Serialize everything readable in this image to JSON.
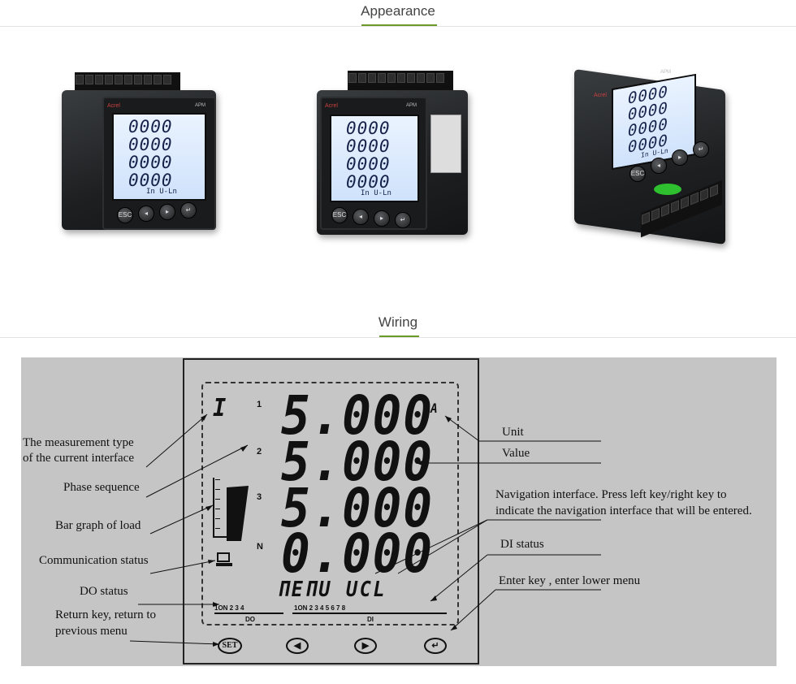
{
  "sections": {
    "appearance": "Appearance",
    "wiring": "Wiring"
  },
  "meters": [
    {
      "brand": "Acrel",
      "model": "APM",
      "rows": [
        "0000",
        "0000",
        "0000",
        "0000"
      ],
      "bottom": "In  U-Ln",
      "buttons": [
        "ESC",
        "◂",
        "▸",
        "↵"
      ]
    },
    {
      "brand": "Acrel",
      "model": "APM",
      "rows": [
        "0000",
        "0000",
        "0000",
        "0000"
      ],
      "bottom": "In  U-Ln",
      "buttons": [
        "ESC",
        "◂",
        "▸",
        "↵"
      ]
    },
    {
      "brand": "Acrel",
      "model": "APM",
      "rows": [
        "0000",
        "0000",
        "0000",
        "0000"
      ],
      "bottom": "In  U-Ln",
      "buttons": [
        "ESC",
        "◂",
        "▸",
        "↵"
      ]
    }
  ],
  "lcd": {
    "type_symbol": "I",
    "phases": [
      "1",
      "2",
      "3",
      "N"
    ],
    "values": [
      "5.000",
      "5.000",
      "5.000",
      "0.000"
    ],
    "unit": "A",
    "nav_text": "ΠEΠU UCL",
    "do_label": "DO",
    "di_label": "DI",
    "do_numbers": "1ON  2     3     4",
    "di_numbers": "1ON  2     3     4     5     6     7     8",
    "buttons": {
      "set": "SET",
      "left": "◀",
      "right": "▶",
      "enter": "↵"
    }
  },
  "labels": {
    "measurement_type": "The measurement type",
    "measurement_type_2": "of the current interface",
    "phase_sequence": "Phase sequence",
    "bar_graph": "Bar graph of load",
    "communication": "Communication status",
    "do_status": "DO status",
    "return_key": "Return key, return to",
    "return_key_2": "previous menu",
    "unit": "Unit",
    "value": "Value",
    "navigation": "Navigation interface. Press left key/right key to",
    "navigation_2": "indicate the navigation interface that will be entered.",
    "di_status": "DI status",
    "enter_key": "Enter key , enter lower menu"
  }
}
